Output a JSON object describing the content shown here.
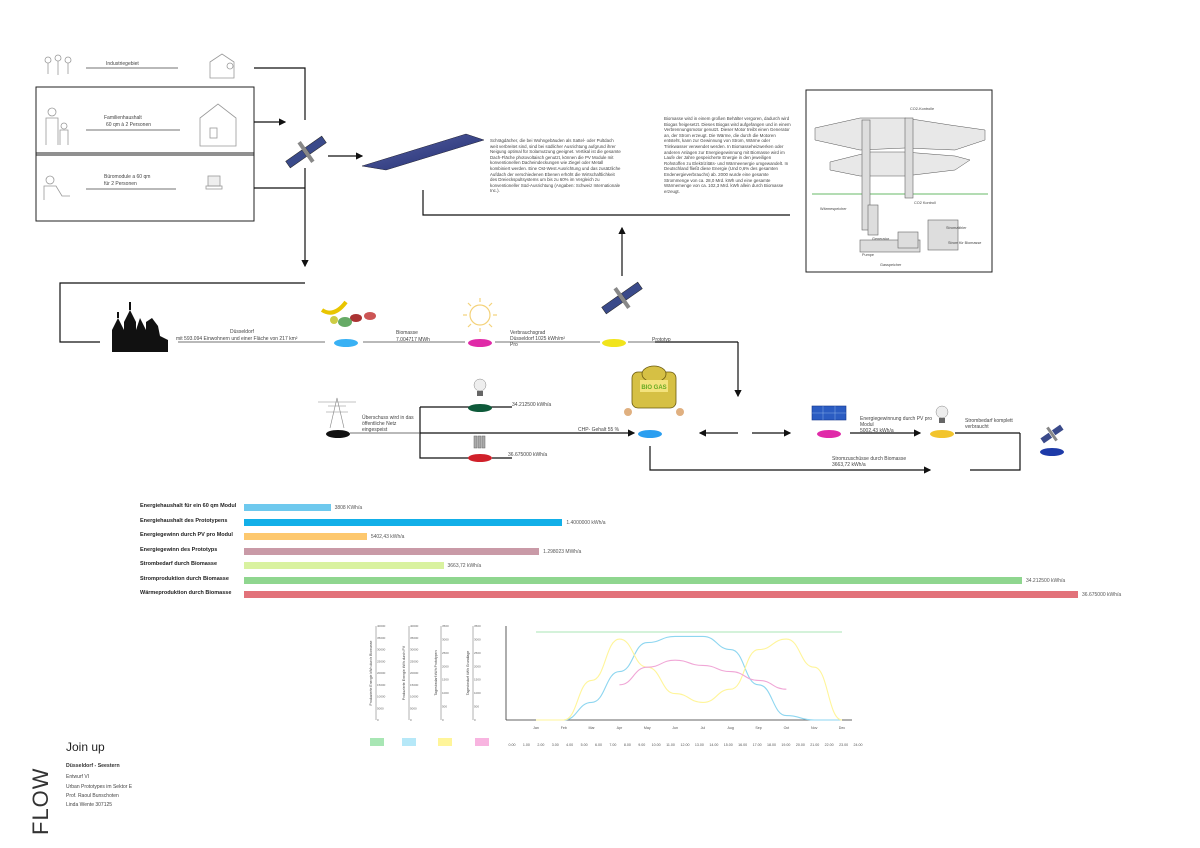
{
  "colors": {
    "bar_60qm": "#6ec9ee",
    "bar_prototyp": "#12afe8",
    "bar_pv_modul": "#fdc86e",
    "bar_prototyps_gewinn": "#c99aa7",
    "bar_strombedarf": "#d9f2a0",
    "bar_strom_biomasse": "#8fd68f",
    "bar_waerme_biomasse": "#e2727a"
  },
  "haushalt": {
    "industriegebiet": "Industriegebiet",
    "familienhaushalt": "Familienhaushalt",
    "familien_detail": "60 qm à 2 Personen",
    "bueromodule": "Büromodule a 60 qm",
    "buero_detail": "für 2 Personen"
  },
  "texts": {
    "solar_paragraph": "Schrägdächer, die bei Wohngebäuden als Sattel- oder Pultdach weit verbreitet sind, sind bei südlicher Ausrichtung aufgrund ihrer Neigung optimal für Solarnutzung geeignet. Vertikal ist die gesamte Dach-Fläche photovoltaisch genutzt, können die PV Module mit konventionellen Dacheindeckungen wie Ziegel oder Metall kombiniert werden. Eine Ost-West Ausrichtung und das zusätzliche Aufdach der verschiedenen Ebenen erhöht die Wirtschaftlichkeit des Dreieckspultsystems um bis zu 60% im Vergleich zu konventioneller Süd-Ausrichtung (Angaben: Schweiz Internationale Inc.).",
    "biomasse_paragraph": "Biomasse wird in einem großen Behälter vergoren, dadurch wird Biogas freigesetzt. Dieses Biogas wird aufgefangen und in einem Verbrennungsmotor genutzt. Dieser Motor treibt einen Generator an, der Strom erzeugt. Die Wärme, die durch die Motoren entsteht, kann zur Gewinnung von Strom, Wärme oder Trinkwasser verwendet werden. In Biomasseheizwerken oder anderen Anlagen zur Energiegewinnung mit Biomasse wird im Laufe der Jahre gespeicherte Energie in den jeweiligen Rohstoffen zu Elektrizitäts- und Wärmeenergie umgewandelt. In Deutschland fließt diese Energie (Und 0,6% des gesamten Endenergieverbrauchs) ab. 2000 wurde eine gesamte Strommenge von ca. 28,0 Mrd. kWh und eine gesamte Wärmemenge von ca. 102,3 Mrd. kWh allein durch Biomasse erzeugt.",
    "duesseldorf_line1": "Düsseldorf",
    "duesseldorf_line2": "mit 593.094 Einwohnern und einer Fläche von 217 km²",
    "biomasse": "Biomasse",
    "biomasse_val": "7.004717 MWh",
    "verbrauch": "Verbrauchsgrad Düsseldorf 1025 kWh/m² Pro",
    "prototyp": "Prototyp",
    "netz": "Überschuss wird in das öffentliche Netz eingespeist",
    "strom_val": "34.212500 kWh/a",
    "waerme_val": "36.675000 kWh/a",
    "chp": "CHP- Gehalt 55 %",
    "pv_line1": "Energiegewinnung durch PV pro",
    "pv_line2": "Modul",
    "pv_val": "5002,43 kWh/a",
    "strombedarf_line1": "Strombedarf komplett",
    "strombedarf_line2": "verbraucht",
    "stromzuschuss": "Stromzuschüsse durch Biomasse",
    "stromzuschuss_val": "3663,72 kWh/a"
  },
  "diagram_labels": {
    "top": "CO2-Kontrolle",
    "wg": "Wärmespeicher",
    "kt": "CO2 Kontroll",
    "s1": "Stromzähler",
    "s2": "Strom für Biomasse",
    "s3": "Generator",
    "s4": "Pumpe",
    "s5": "Gasspeicher"
  },
  "bars": [
    {
      "label": "Energiehaushalt für ein 60 qm Modul",
      "value": 3808,
      "value_text": "3808 KWh/a"
    },
    {
      "label": "Energiehaushalt des Prototypens",
      "value": 14000,
      "value_text": "1.4000000 kWh/a"
    },
    {
      "label": "Energiegewinn durch PV pro Modul",
      "value": 5402,
      "value_text": "5402,43 kWh/a"
    },
    {
      "label": "Energiegewinn des Prototyps",
      "value": 12980,
      "value_text": "1.298023 MWh/a"
    },
    {
      "label": "Strombedarf durch Biomasse",
      "value": 8773,
      "value_text": "3663,72 kWh/a"
    },
    {
      "label": "Stromproduktion durch Biomasse",
      "value": 34212,
      "value_text": "34.212500 kWh/a"
    },
    {
      "label": "Wärmeproduktion durch Biomasse",
      "value": 36675,
      "value_text": "36.675000 kWh/a"
    }
  ],
  "chart_data": {
    "type": "line",
    "x": [
      "Jan",
      "Feb",
      "Mar",
      "Apr",
      "May",
      "Jun",
      "Jul",
      "Aug",
      "Sep",
      "Oct",
      "Nov",
      "Dec"
    ],
    "hours": [
      "0.00",
      "1.00",
      "2.00",
      "3.00",
      "4.00",
      "5.00",
      "6.00",
      "7.00",
      "8.00",
      "9.00",
      "10.00",
      "11.00",
      "12.00",
      "13.00",
      "14.00",
      "15.00",
      "16.00",
      "17.00",
      "18.00",
      "19.00",
      "20.00",
      "21.00",
      "22.00",
      "23.00",
      "24.00"
    ],
    "mini_axes": [
      {
        "label": "Produzierte Energie kWh durch Biomasse",
        "ticks": [
          "40000",
          "35000",
          "30000",
          "25000",
          "20000",
          "15000",
          "10000",
          "5000",
          "0"
        ]
      },
      {
        "label": "Produzierte Energie kWh durch PV",
        "ticks": [
          "40000",
          "35000",
          "30000",
          "25000",
          "20000",
          "15000",
          "10000",
          "5000",
          "0"
        ]
      },
      {
        "label": "Tagesbedarf kWh Prototypen",
        "ticks": [
          "3500",
          "3000",
          "2500",
          "2000",
          "1500",
          "1000",
          "500",
          "0"
        ]
      },
      {
        "label": "Tagesbedarf kWh Grundlage",
        "ticks": [
          "3500",
          "3000",
          "2500",
          "2000",
          "1500",
          "1000",
          "500",
          "0"
        ]
      }
    ],
    "ylim": [
      0,
      100
    ],
    "series": [
      {
        "color": "#a8e6b4",
        "values": [
          100,
          100,
          100,
          100,
          100,
          100,
          100,
          100,
          100,
          100,
          100,
          100
        ]
      },
      {
        "color": "#8ed6f0",
        "values": [
          0,
          0,
          20,
          55,
          88,
          95,
          95,
          80,
          40,
          5,
          0,
          0
        ]
      },
      {
        "color": "#fff59a",
        "values": [
          0,
          0,
          45,
          92,
          60,
          30,
          20,
          35,
          80,
          92,
          60,
          0
        ]
      },
      {
        "color": "#f0a6d6",
        "values": [
          null,
          null,
          null,
          40,
          60,
          68,
          62,
          55,
          45,
          35,
          null,
          null
        ]
      }
    ],
    "legend_colors": [
      "#a8e6b4",
      "#b6e8f8",
      "#fff59a",
      "#f8b4e0"
    ]
  },
  "footer": {
    "flow": "FLOW",
    "title": "Join up",
    "city": "Düsseldorf - Seestern",
    "l1": "Entwurf VI",
    "l2": "Urban Prototypes im Sektor E",
    "l3": "Prof. Raoul Bunschoten",
    "l4": "Linda Wente 307125"
  }
}
